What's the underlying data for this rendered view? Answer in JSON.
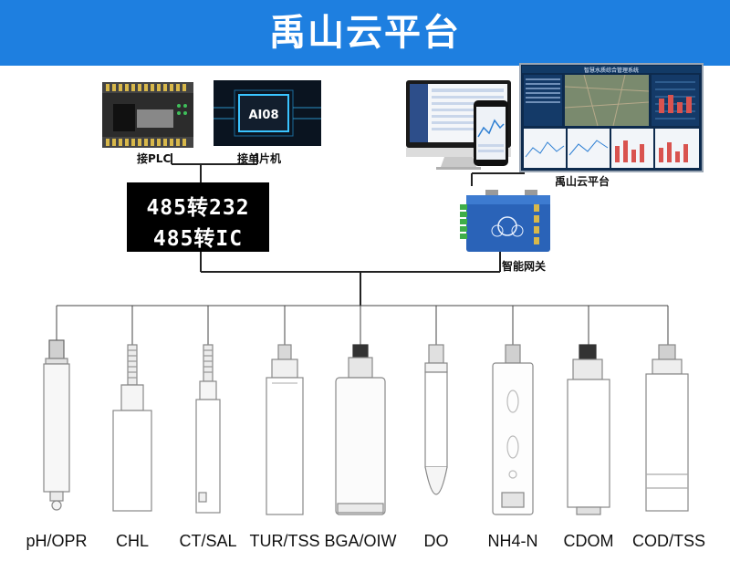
{
  "header": {
    "title": "禹山云平台"
  },
  "devices": {
    "plc_label": "接PLC",
    "mcu_label": "接单片机",
    "mcu_chip_text": "AI08",
    "converter_line1": "485转232",
    "converter_line2": "485转IC",
    "cloud_label": "禹山云平台",
    "gateway_label": "智能网关",
    "dashboard_title": "智慧水质综合管理系统"
  },
  "sensors": [
    {
      "label": "pH/OPR"
    },
    {
      "label": "CHL"
    },
    {
      "label": "CT/SAL"
    },
    {
      "label": "TUR/TSS"
    },
    {
      "label": "BGA/OIW"
    },
    {
      "label": "DO"
    },
    {
      "label": "NH4-N"
    },
    {
      "label": "CDOM"
    },
    {
      "label": "COD/TSS"
    }
  ],
  "colors": {
    "header": "#1e7fe0",
    "dashboard": "#0d2a4d",
    "gateway": "#2a63b8"
  }
}
